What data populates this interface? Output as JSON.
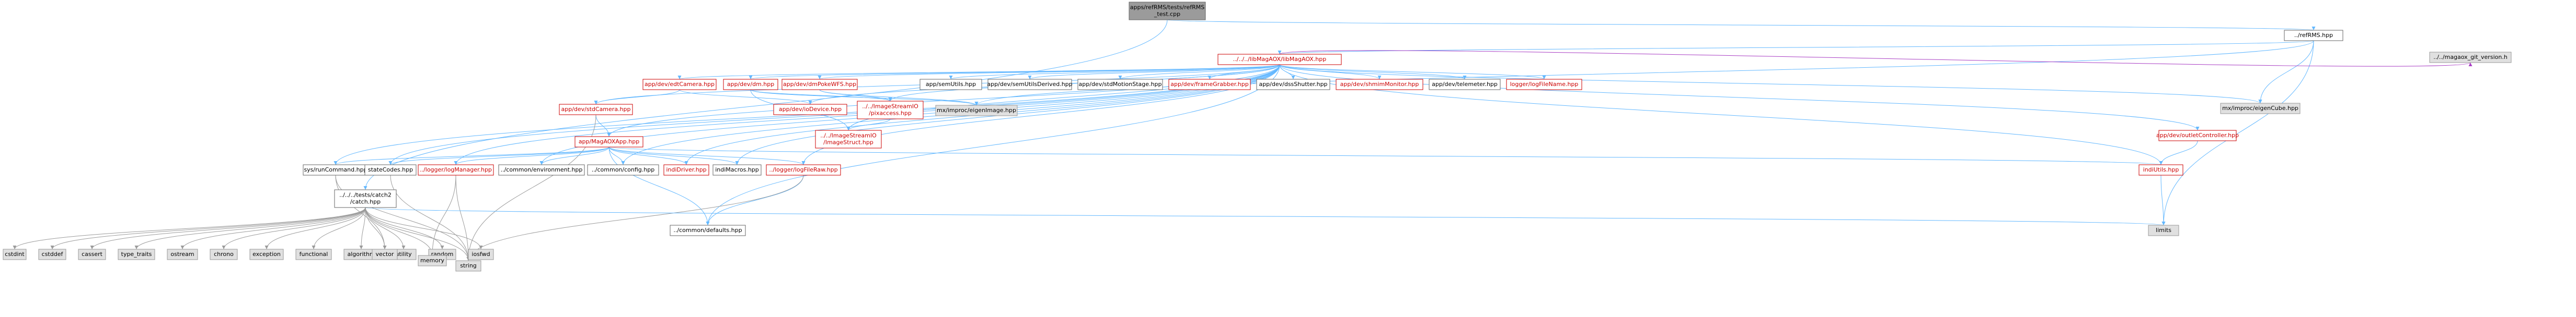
{
  "colors": {
    "edge_blue": "#63b8ff",
    "edge_gray": "#9b9b9b",
    "edge_purple": "#a93ec4",
    "focus_fill": "#9b9b9b",
    "focus_border": "#666666",
    "red_border": "#cc0000",
    "red_text": "#cc0000",
    "dark_border": "#666666",
    "dark_text": "#000000",
    "gray_fill": "#e0e0e0",
    "gray_border": "#999999",
    "white_fill": "#ffffff"
  },
  "nodes": [
    {
      "id": "root",
      "label": "apps/refRMS/tests/refRMS\n_test.cpp",
      "kind": "focus"
    },
    {
      "id": "refrms",
      "label": "../refRMS.hpp",
      "kind": "dark"
    },
    {
      "id": "libmagaox",
      "label": "../../../libMagAOX/libMagAOX.hpp",
      "kind": "red"
    },
    {
      "id": "gitversion",
      "label": "../../magaox_git_version.h",
      "kind": "gray"
    },
    {
      "id": "catch",
      "label": "../../../tests/catch2\n/catch.hpp",
      "kind": "dark"
    },
    {
      "id": "edtcamera",
      "label": "app/dev/edtCamera.hpp",
      "kind": "red"
    },
    {
      "id": "dm",
      "label": "app/dev/dm.hpp",
      "kind": "red"
    },
    {
      "id": "dmpokewfs",
      "label": "app/dev/dmPokeWFS.hpp",
      "kind": "red"
    },
    {
      "id": "semutils",
      "label": "app/semUtils.hpp",
      "kind": "dark"
    },
    {
      "id": "semutilsderived",
      "label": "app/dev/semUtilsDerived.hpp",
      "kind": "dark"
    },
    {
      "id": "stdmotionstage",
      "label": "app/dev/stdMotionStage.hpp",
      "kind": "dark"
    },
    {
      "id": "framegrabber",
      "label": "app/dev/frameGrabber.hpp",
      "kind": "red"
    },
    {
      "id": "shutter",
      "label": "app/dev/dssShutter.hpp",
      "kind": "dark"
    },
    {
      "id": "shmimmonitor",
      "label": "app/dev/shmimMonitor.hpp",
      "kind": "red"
    },
    {
      "id": "telemeter",
      "label": "app/dev/telemeter.hpp",
      "kind": "dark"
    },
    {
      "id": "logfilename",
      "label": "logger/logFileName.hpp",
      "kind": "red"
    },
    {
      "id": "gitversion2",
      "label": "../../magaox_git_version.h",
      "kind": "gray"
    },
    {
      "id": "stdcamera",
      "label": "app/dev/stdCamera.hpp",
      "kind": "red"
    },
    {
      "id": "iodevice",
      "label": "app/dev/ioDevice.hpp",
      "kind": "red"
    },
    {
      "id": "pixaccess",
      "label": "../../ImageStreamIO\n/pixaccess.hpp",
      "kind": "red"
    },
    {
      "id": "eigenimage",
      "label": "mx/improc/eigenImage.hpp",
      "kind": "gray"
    },
    {
      "id": "eigencube",
      "label": "mx/improc/eigenCube.hpp",
      "kind": "gray"
    },
    {
      "id": "imagestruct",
      "label": "../../ImageStreamIO\n/ImageStruct.hpp",
      "kind": "red"
    },
    {
      "id": "outletcontroller",
      "label": "app/dev/outletController.hpp",
      "kind": "red"
    },
    {
      "id": "magaoxapp",
      "label": "app/MagAOXApp.hpp",
      "kind": "red"
    },
    {
      "id": "runcommand",
      "label": "sys/runCommand.hpp",
      "kind": "dark"
    },
    {
      "id": "statecodes",
      "label": "stateCodes.hpp",
      "kind": "dark"
    },
    {
      "id": "logmanager",
      "label": "../logger/logManager.hpp",
      "kind": "red"
    },
    {
      "id": "environment",
      "label": "../common/environment.hpp",
      "kind": "dark"
    },
    {
      "id": "config",
      "label": "../common/config.hpp",
      "kind": "dark"
    },
    {
      "id": "indidriver",
      "label": "indiDriver.hpp",
      "kind": "red"
    },
    {
      "id": "indimacros",
      "label": "indiMacros.hpp",
      "kind": "dark"
    },
    {
      "id": "logfileraw",
      "label": "../logger/logFileRaw.hpp",
      "kind": "red"
    },
    {
      "id": "indiutils",
      "label": "indiUtils.hpp",
      "kind": "red"
    },
    {
      "id": "defaults",
      "label": "../common/defaults.hpp",
      "kind": "dark"
    },
    {
      "id": "limits",
      "label": "limits",
      "kind": "gray"
    },
    {
      "id": "cstdint",
      "label": "cstdint",
      "kind": "gray"
    },
    {
      "id": "cstddef",
      "label": "cstddef",
      "kind": "gray"
    },
    {
      "id": "cassert",
      "label": "cassert",
      "kind": "gray"
    },
    {
      "id": "type_traits",
      "label": "type_traits",
      "kind": "gray"
    },
    {
      "id": "ostream",
      "label": "ostream",
      "kind": "gray"
    },
    {
      "id": "chrono",
      "label": "chrono",
      "kind": "gray"
    },
    {
      "id": "exception",
      "label": "exception",
      "kind": "gray"
    },
    {
      "id": "functional",
      "label": "functional",
      "kind": "gray"
    },
    {
      "id": "algorithm",
      "label": "algorithm",
      "kind": "gray"
    },
    {
      "id": "utility",
      "label": "utility",
      "kind": "gray"
    },
    {
      "id": "random",
      "label": "random",
      "kind": "gray"
    },
    {
      "id": "iosfwd",
      "label": "iosfwd",
      "kind": "gray"
    },
    {
      "id": "vector",
      "label": "vector",
      "kind": "gray"
    },
    {
      "id": "memory",
      "label": "memory",
      "kind": "gray"
    },
    {
      "id": "string",
      "label": "string",
      "kind": "gray"
    }
  ],
  "edges": [
    [
      "root",
      "refrms"
    ],
    [
      "root",
      "catch"
    ],
    [
      "refrms",
      "libmagaox"
    ],
    [
      "refrms",
      "gitversion"
    ],
    [
      "refrms",
      "eigenimage"
    ],
    [
      "refrms",
      "eigencube"
    ],
    [
      "refrms",
      "limits"
    ],
    [
      "libmagaox",
      "edtcamera"
    ],
    [
      "libmagaox",
      "dm"
    ],
    [
      "libmagaox",
      "dmpokewfs"
    ],
    [
      "libmagaox",
      "semutils"
    ],
    [
      "libmagaox",
      "semutilsderived"
    ],
    [
      "libmagaox",
      "stdmotionstage"
    ],
    [
      "libmagaox",
      "framegrabber"
    ],
    [
      "libmagaox",
      "shutter"
    ],
    [
      "libmagaox",
      "shmimmonitor"
    ],
    [
      "libmagaox",
      "telemeter"
    ],
    [
      "libmagaox",
      "logfilename"
    ],
    [
      "libmagaox",
      "gitversion2"
    ],
    [
      "libmagaox",
      "stdcamera"
    ],
    [
      "libmagaox",
      "iodevice"
    ],
    [
      "libmagaox",
      "magaoxapp"
    ],
    [
      "libmagaox",
      "runcommand"
    ],
    [
      "libmagaox",
      "statecodes"
    ],
    [
      "libmagaox",
      "logmanager"
    ],
    [
      "libmagaox",
      "environment"
    ],
    [
      "libmagaox",
      "config"
    ],
    [
      "libmagaox",
      "indidriver"
    ],
    [
      "libmagaox",
      "indimacros"
    ],
    [
      "libmagaox",
      "logfileraw"
    ],
    [
      "libmagaox",
      "indiutils"
    ],
    [
      "libmagaox",
      "outletcontroller"
    ],
    [
      "libmagaox",
      "eigencube"
    ],
    [
      "libmagaox",
      "pixaccess"
    ],
    [
      "libmagaox",
      "imagestruct"
    ],
    [
      "libmagaox",
      "defaults"
    ],
    [
      "edtcamera",
      "stdcamera"
    ],
    [
      "edtcamera",
      "iodevice"
    ],
    [
      "dm",
      "imagestruct"
    ],
    [
      "dm",
      "pixaccess"
    ],
    [
      "dm",
      "eigenimage"
    ],
    [
      "dmpokewfs",
      "pixaccess"
    ],
    [
      "dmpokewfs",
      "eigenimage"
    ],
    [
      "stdcamera",
      "magaoxapp"
    ],
    [
      "stdcamera",
      "string"
    ],
    [
      "pixaccess",
      "imagestruct"
    ],
    [
      "outletcontroller",
      "indiutils"
    ],
    [
      "magaoxapp",
      "runcommand"
    ],
    [
      "magaoxapp",
      "statecodes"
    ],
    [
      "magaoxapp",
      "logmanager"
    ],
    [
      "magaoxapp",
      "environment"
    ],
    [
      "magaoxapp",
      "config"
    ],
    [
      "magaoxapp",
      "indidriver"
    ],
    [
      "magaoxapp",
      "indimacros"
    ],
    [
      "magaoxapp",
      "logfileraw"
    ],
    [
      "magaoxapp",
      "indiutils"
    ],
    [
      "magaoxapp",
      "defaults"
    ],
    [
      "runcommand",
      "vector"
    ],
    [
      "runcommand",
      "string"
    ],
    [
      "statecodes",
      "string"
    ],
    [
      "logmanager",
      "memory"
    ],
    [
      "logmanager",
      "string"
    ],
    [
      "logfileraw",
      "defaults"
    ],
    [
      "logfileraw",
      "string"
    ],
    [
      "indiutils",
      "limits"
    ],
    [
      "catch",
      "cstdint"
    ],
    [
      "catch",
      "cstddef"
    ],
    [
      "catch",
      "cassert"
    ],
    [
      "catch",
      "type_traits"
    ],
    [
      "catch",
      "ostream"
    ],
    [
      "catch",
      "chrono"
    ],
    [
      "catch",
      "exception"
    ],
    [
      "catch",
      "functional"
    ],
    [
      "catch",
      "algorithm"
    ],
    [
      "catch",
      "utility"
    ],
    [
      "catch",
      "random"
    ],
    [
      "catch",
      "iosfwd"
    ],
    [
      "catch",
      "vector"
    ],
    [
      "catch",
      "memory"
    ],
    [
      "catch",
      "string"
    ],
    [
      "catch",
      "limits"
    ]
  ]
}
